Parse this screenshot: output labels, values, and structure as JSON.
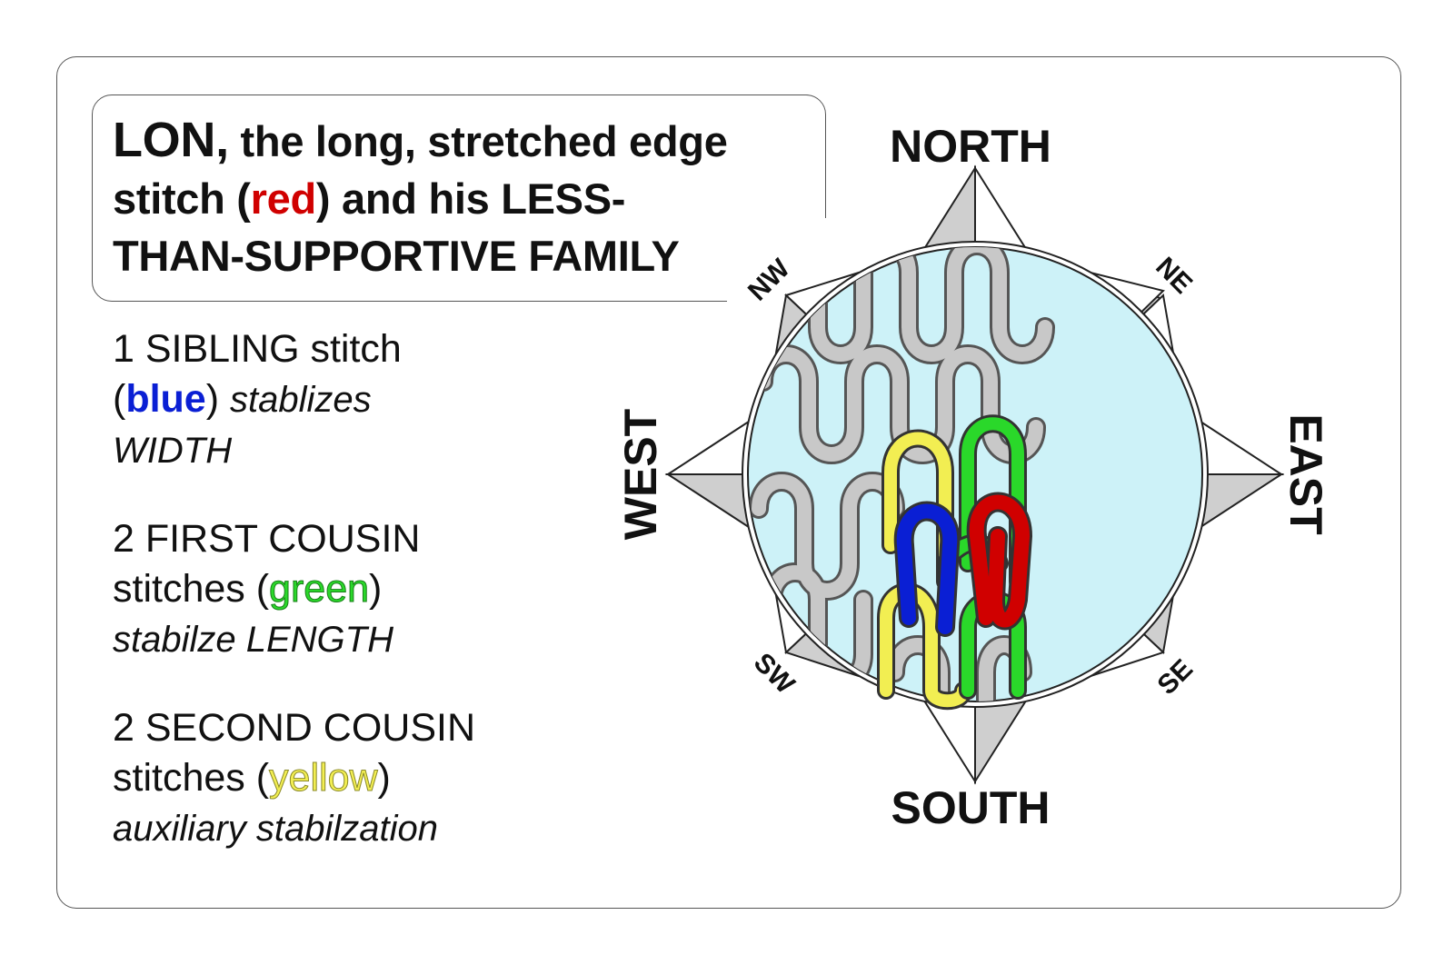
{
  "title": {
    "lon": "LON,",
    "line1_rest": " the long, stretched edge",
    "line2_a": "stitch (",
    "line2_red": "red",
    "line2_b": ") and his LESS-",
    "line3": "THAN-SUPPORTIVE FAMILY"
  },
  "sibling": {
    "line1": "1 SIBLING stitch",
    "paren_open": "(",
    "color_word": "blue",
    "paren_close": ")",
    "verb": "stablizes",
    "line3": "WIDTH"
  },
  "first_cousin": {
    "line1": "2 FIRST COUSIN",
    "line2_a": "stitches (",
    "color_word": "green",
    "line2_b": ")",
    "line3": "stabilze LENGTH"
  },
  "second_cousin": {
    "line1": "2 SECOND COUSIN",
    "line2_a": "stitches (",
    "color_word": "yellow",
    "line2_b": ")",
    "line3": "auxiliary stabilzation"
  },
  "compass": {
    "north": "NORTH",
    "south": "SOUTH",
    "east": "EAST",
    "west": "WEST",
    "ne": "NE",
    "nw": "NW",
    "se": "SE",
    "sw": "SW"
  },
  "colors": {
    "lon": "#d00000",
    "sibling": "#0a1fd4",
    "first_cousin": "#2ad82a",
    "second_cousin": "#f2ee52",
    "family": "#c8c8c8",
    "background_fabric": "#cdf2f8",
    "compass_shade": "#cfcfcf"
  }
}
